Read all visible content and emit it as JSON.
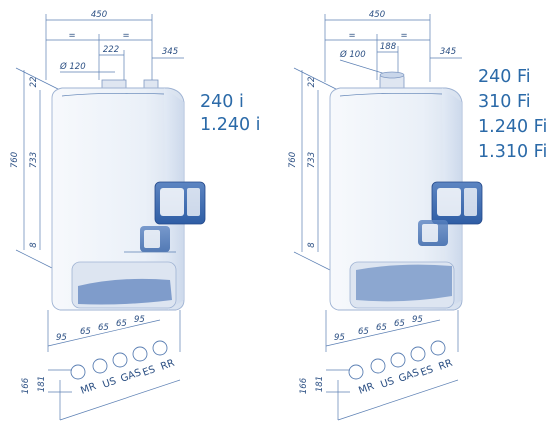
{
  "colors": {
    "line": "#5b7fb3",
    "text": "#2b4f83",
    "model_text": "#2b6aa8",
    "body_fill": "#eef2f8",
    "panel_fill": "#3b68ad"
  },
  "left_unit": {
    "width_label": "450",
    "half_a": "=",
    "half_b": "=",
    "offset_label": "222",
    "depth_label": "345",
    "flue_label": "Ø 120",
    "height_label": "760",
    "inner_height_label": "733",
    "top_gap_label": "22",
    "bottom_gap_label": "8",
    "spacing_labels": [
      "95",
      "65",
      "65",
      "65",
      "95"
    ],
    "vertical_labels": [
      "181",
      "166"
    ],
    "connections": [
      "MR",
      "US",
      "GAS",
      "ES",
      "RR"
    ],
    "models": [
      "240 i",
      "1.240 i"
    ]
  },
  "right_unit": {
    "width_label": "450",
    "half_a": "=",
    "half_b": "=",
    "offset_label": "188",
    "depth_label": "345",
    "flue_label": "Ø 100",
    "height_label": "760",
    "inner_height_label": "733",
    "top_gap_label": "22",
    "bottom_gap_label": "8",
    "spacing_labels": [
      "95",
      "65",
      "65",
      "65",
      "95"
    ],
    "vertical_labels": [
      "181",
      "166"
    ],
    "connections": [
      "MR",
      "US",
      "GAS",
      "ES",
      "RR"
    ],
    "models": [
      "240 Fi",
      "310 Fi",
      "1.240 Fi",
      "1.310 Fi"
    ]
  }
}
